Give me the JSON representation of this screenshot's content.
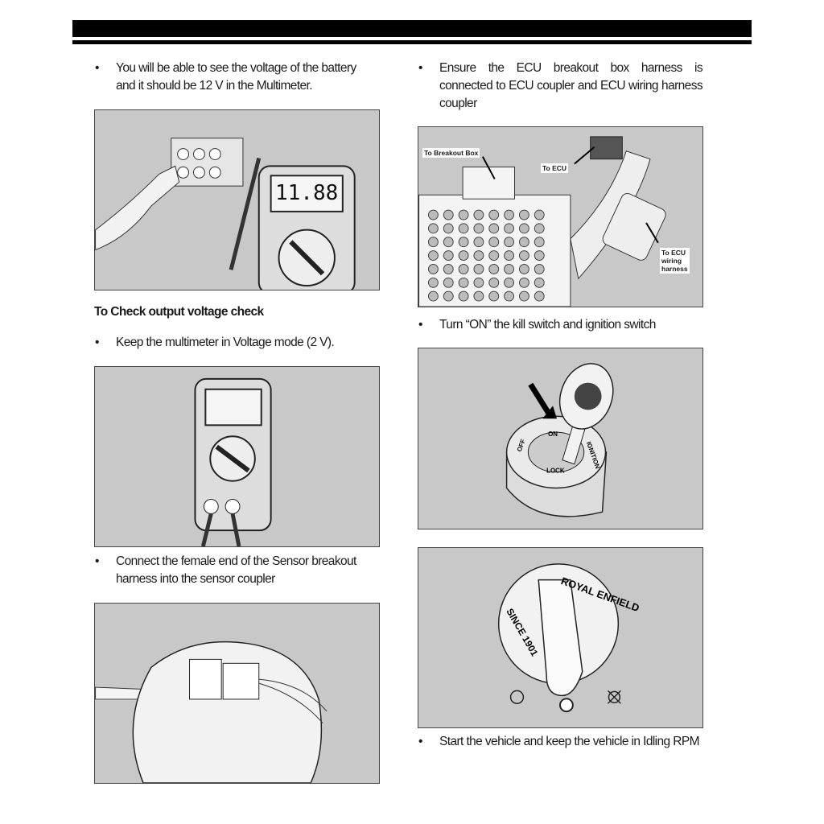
{
  "header": {
    "bar": "black-rule"
  },
  "left_column": {
    "bullet1": [
      "You will be able to see the voltage of the battery",
      "and it should be 12 V in the Multimeter."
    ],
    "figure1": {
      "multimeter_reading": "11.88"
    },
    "heading": "To Check output voltage check",
    "bullet2": "Keep the multimeter in Voltage mode (2 V).",
    "bullet3": [
      "Connect the female  end of the Sensor breakout",
      "harness into the sensor coupler"
    ]
  },
  "right_column": {
    "bullet1": "Ensure the ECU breakout box harness is connected to ECU coupler and ECU wiring harness coupler",
    "figure4": {
      "callout_breakout": "To Breakout Box",
      "callout_ecu": "To ECU",
      "callout_harness": [
        "To ECU",
        "wiring",
        "harness"
      ]
    },
    "bullet2": "Turn “ON” the kill switch and ignition switch",
    "figure5": {
      "labels": [
        "ON",
        "OFF",
        "LOCK",
        "IGNITION"
      ]
    },
    "figure6": {
      "logo_text": "ROYAL ENFIELD",
      "since_text": "SINCE 1901"
    },
    "bullet3": "Start the vehicle and keep the vehicle in Idling RPM"
  },
  "bullet_char": "•"
}
